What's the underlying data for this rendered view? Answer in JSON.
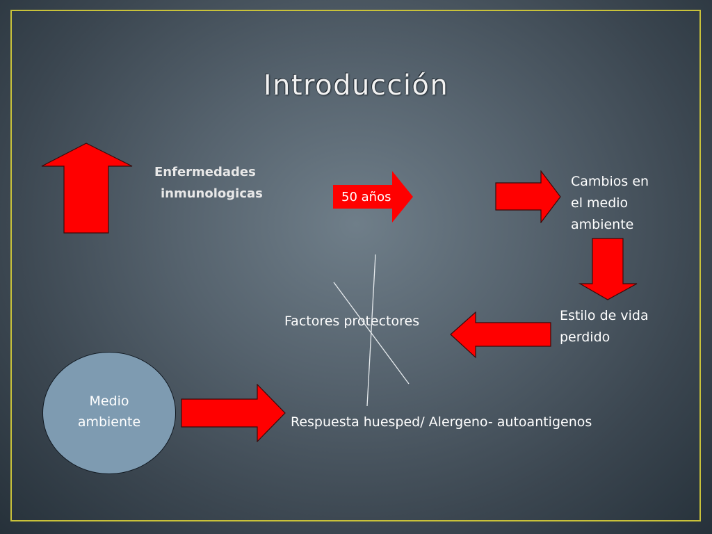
{
  "slide": {
    "title": "Introducción",
    "colors": {
      "accent_border": "#c9c23a",
      "arrow_fill": "#ff0000",
      "circle_fill": "#7e9bb1"
    }
  },
  "nodes": {
    "enfermedades_line1": "Enfermedades",
    "enfermedades_line2": "inmunologicas",
    "edad": "50 años",
    "cambios_line1": "Cambios en",
    "cambios_line2": "el medio",
    "cambios_line3": "ambiente",
    "estilo_line1": "Estilo de vida",
    "estilo_line2": "perdido",
    "factores": "Factores protectores",
    "medio_line1": "Medio",
    "medio_line2": "ambiente",
    "respuesta": "Respuesta huesped/ Alergeno- autoantigenos"
  },
  "icons": [
    "up-arrow-icon",
    "right-arrow-icon",
    "down-arrow-icon",
    "left-arrow-icon",
    "cross-out-icon"
  ]
}
